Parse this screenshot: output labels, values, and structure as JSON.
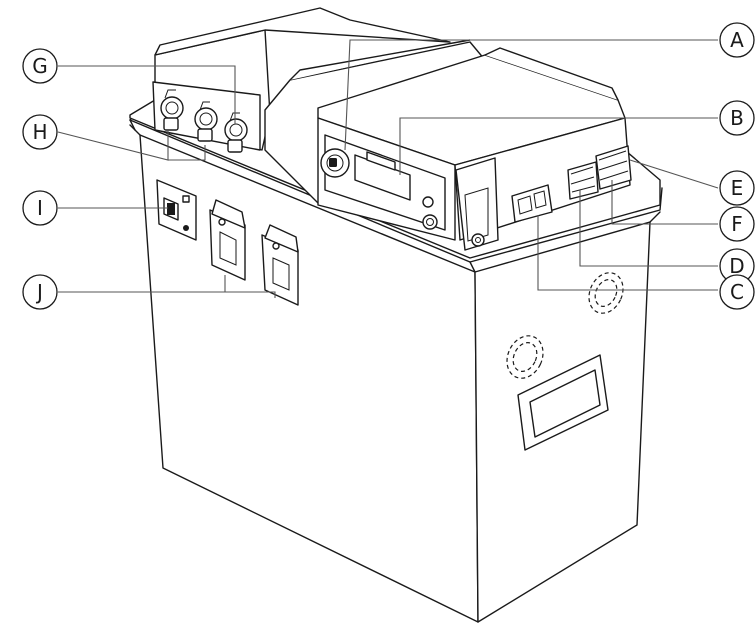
{
  "callouts": {
    "A": "A",
    "B": "B",
    "C": "C",
    "D": "D",
    "E": "E",
    "F": "F",
    "G": "G",
    "H": "H",
    "I": "I",
    "J": "J"
  }
}
